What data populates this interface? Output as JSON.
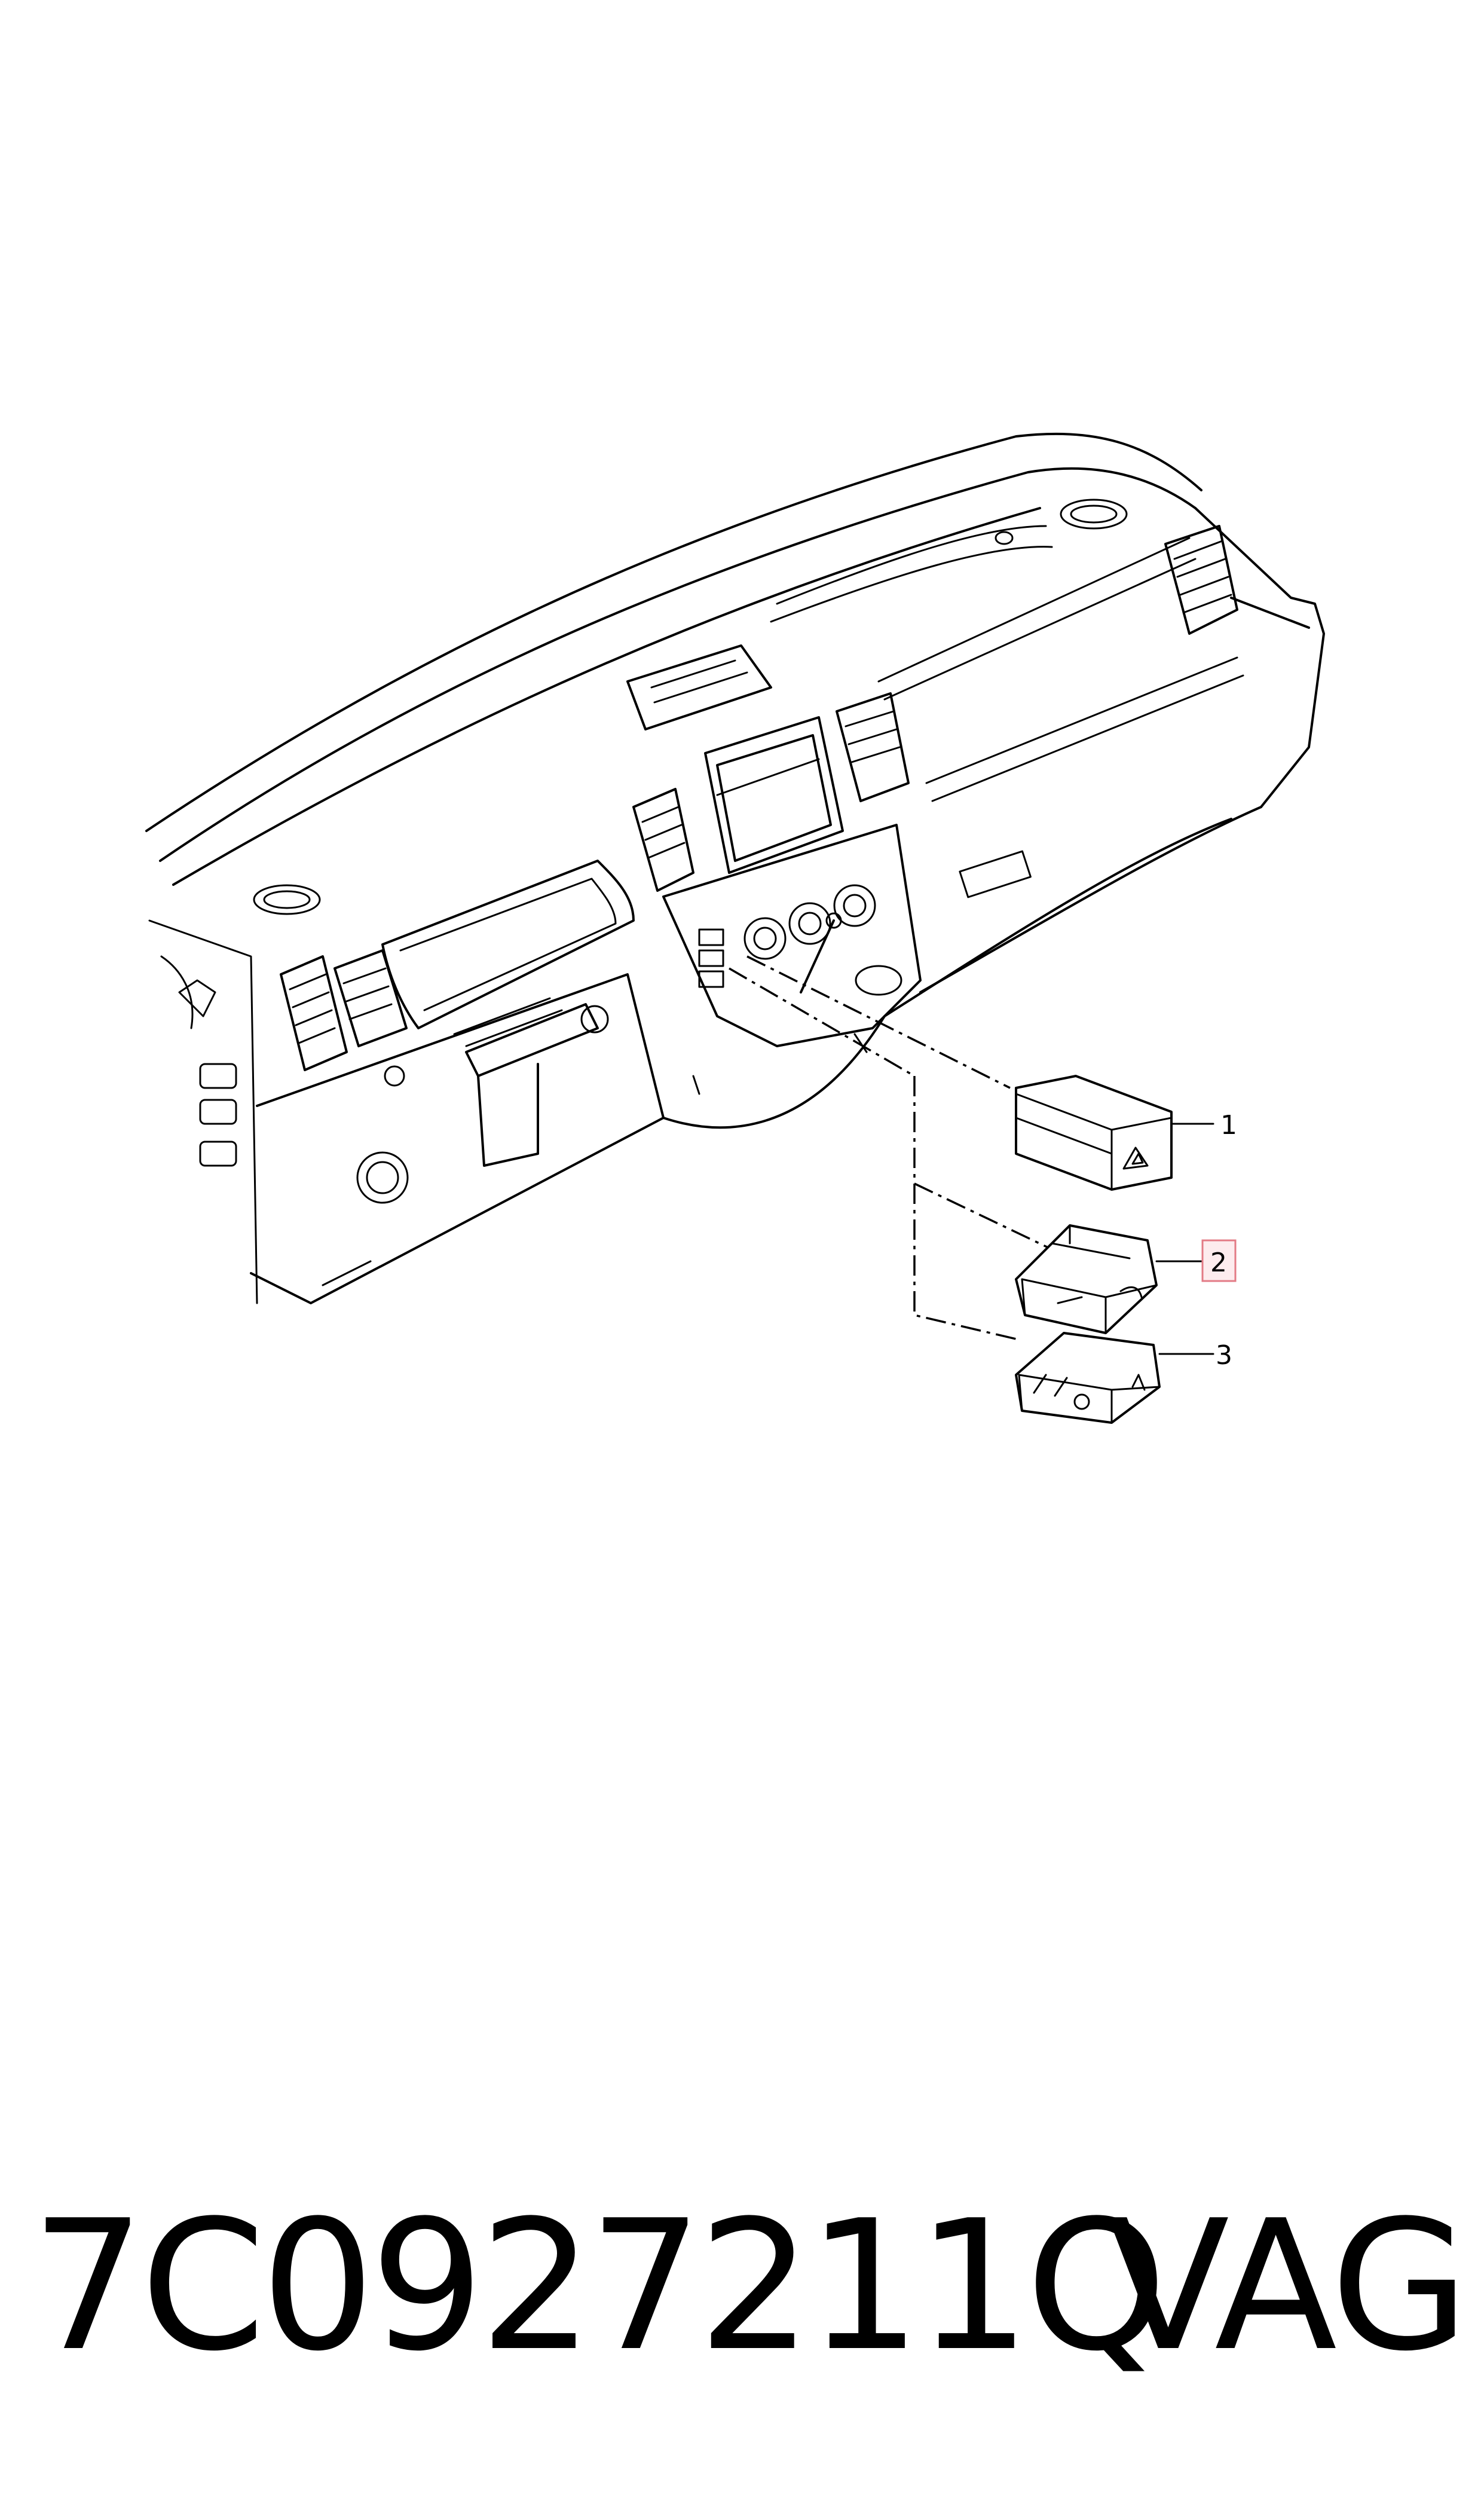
{
  "callouts": [
    {
      "label": "1",
      "highlighted": false
    },
    {
      "label": "2",
      "highlighted": true
    },
    {
      "label": "3",
      "highlighted": false
    }
  ],
  "footer": {
    "part_number": "7C0927211Q",
    "brand": "VAG"
  },
  "colors": {
    "highlight_border": "#e37b86",
    "highlight_fill": "#fdecee",
    "line": "#000000"
  }
}
